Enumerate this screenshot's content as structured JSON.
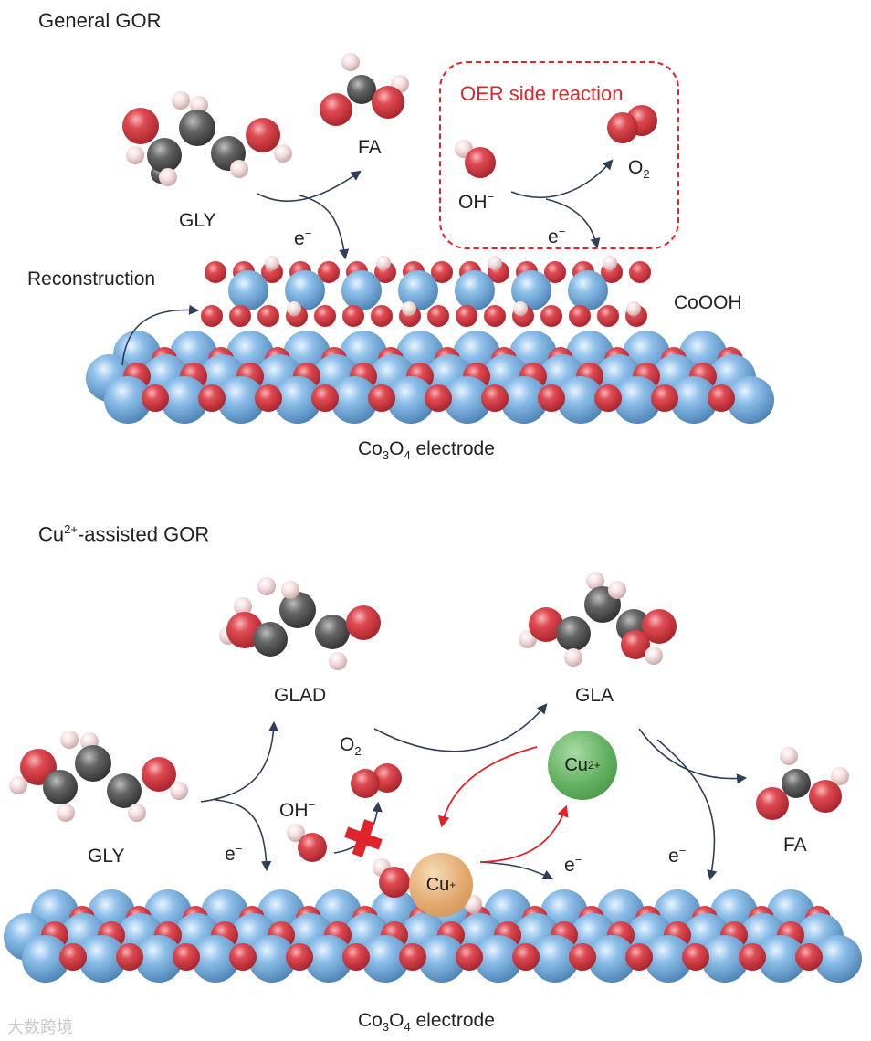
{
  "general": {
    "title": "General GOR",
    "gly": "GLY",
    "fa": "FA",
    "electron": "e",
    "electron_sup": "−",
    "reconstruction": "Reconstruction",
    "coooh": "CoOOH",
    "electrode_a": "Co",
    "electrode_sub1": "3",
    "electrode_b": "O",
    "electrode_sub2": "4",
    "electrode_c": " electrode",
    "oer": {
      "title": "OER side reaction",
      "oh": "OH",
      "oh_sup": "−",
      "o2": "O",
      "o2_sub": "2",
      "electron": "e",
      "electron_sup": "−"
    }
  },
  "assisted": {
    "title_a": "Cu",
    "title_sup": "2+",
    "title_b": "-assisted GOR",
    "glad": "GLAD",
    "gla": "GLA",
    "gly": "GLY",
    "fa": "FA",
    "o2": "O",
    "o2_sub": "2",
    "oh": "OH",
    "oh_sup": "−",
    "electron": "e",
    "electron_sup": "−",
    "cu2_a": "Cu",
    "cu2_sup": "2+",
    "cu1_a": "Cu",
    "cu1_sup": "+",
    "electrode_a": "Co",
    "electrode_sub1": "3",
    "electrode_b": "O",
    "electrode_sub2": "4",
    "electrode_c": " electrode"
  },
  "watermark": "大数跨境",
  "colors": {
    "cobalt": "#6fa6d6",
    "oxygen": "#d9414a",
    "hydrogen": "#f0d2d2",
    "carbon": "#5a5a5a",
    "arrow": "#2f3f57",
    "red_arrow": "#e0242b",
    "cu2": "#5fae5d",
    "cu1": "#e2a86d"
  }
}
